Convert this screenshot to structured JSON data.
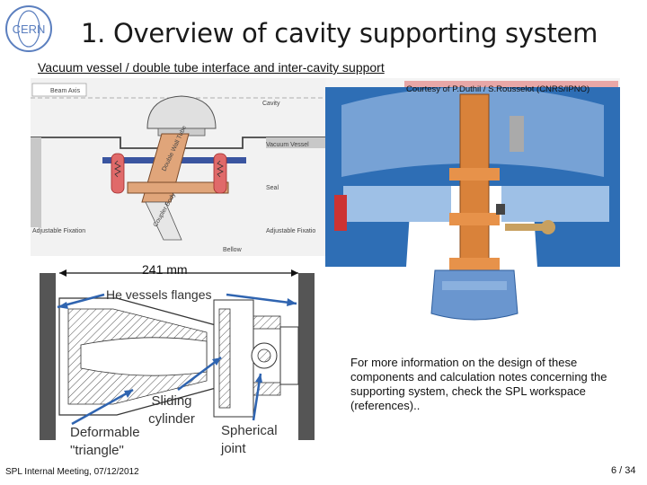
{
  "header": {
    "title": "1. Overview of cavity supporting system",
    "subtitle": "Vacuum vessel / double tube interface and inter-cavity support"
  },
  "schematic": {
    "labels": {
      "beam_axis": "Beam Axis",
      "cavity": "Cavity",
      "double_wall_tube": "Double Wall Tube",
      "vacuum_vessel": "Vacuum Vessel",
      "seal": "Seal",
      "coupler_body": "Coupler Body",
      "adjustable_fixation_left": "Adjustable Fixation",
      "adjustable_fixation_right": "Adjustable Fixatio",
      "bellow": "Bellow"
    }
  },
  "cad": {
    "courtesy": "Courtesy of P.Duthil / S.Rousselot (CNRS/IPNO)"
  },
  "section": {
    "dimension": "241 mm",
    "flanges_label": "He vessels flanges",
    "sliding_cylinder": "Sliding cylinder",
    "deformable_triangle": "Deformable \"triangle\"",
    "spherical_joint": "Spherical joint"
  },
  "info": {
    "text": "For more information on the design of these components and calculation notes concerning the supporting system, check the SPL workspace (references).."
  },
  "footer": {
    "meeting": "SPL Internal Meeting, 07/12/2012",
    "page": "6 / 34"
  },
  "colors": {
    "cern_blue": "#5b7fbf",
    "cad_blue": "#2e6eb5",
    "copper": "#d9823a",
    "flange_gray": "#555555",
    "arrow_blue": "#2f64b0",
    "courtesy_band": "#e8a7a7"
  }
}
